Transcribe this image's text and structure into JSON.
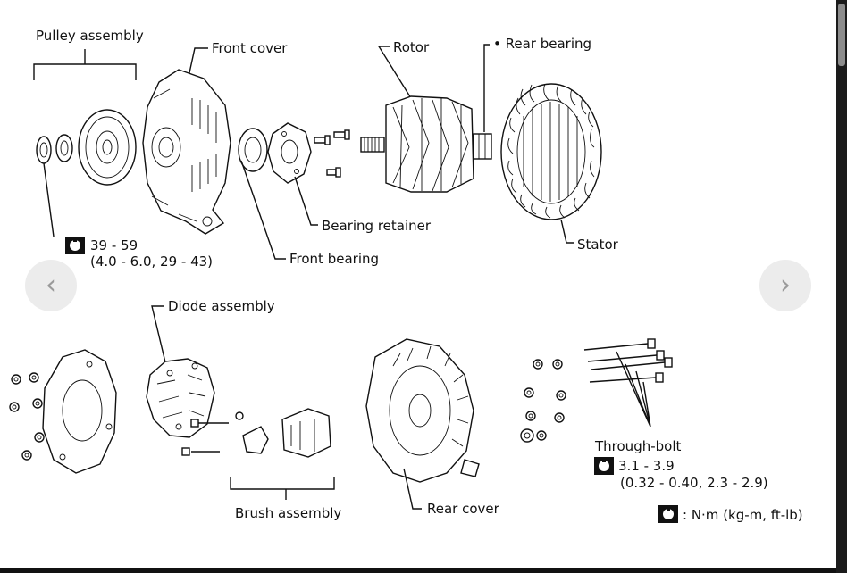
{
  "labels": {
    "pulley_assembly": "Pulley assembly",
    "front_cover": "Front cover",
    "rotor": "Rotor",
    "rear_bearing": "• Rear bearing",
    "bearing_retainer": "Bearing retainer",
    "stator": "Stator",
    "front_bearing": "Front bearing",
    "diode_assembly": "Diode assembly",
    "brush_assembly": "Brush assembly",
    "rear_cover": "Rear cover",
    "through_bolt": "Through-bolt"
  },
  "torque": {
    "pulley_nut_value": "39 - 59",
    "pulley_nut_alt": "(4.0 - 6.0, 29 - 43)",
    "through_bolt_value": "3.1 - 3.9",
    "through_bolt_alt": "(0.32 - 0.40, 2.3 - 2.9)",
    "legend_units": ": N·m (kg-m, ft-lb)"
  },
  "navigation": {
    "prev_icon": "chevron-left-icon",
    "prev_glyph": "‹",
    "next_icon": "chevron-right-icon",
    "next_glyph": "›"
  },
  "colors": {
    "ink": "#111111",
    "nav_button": "#ececec",
    "nav_glyph": "#9a9a9a"
  }
}
